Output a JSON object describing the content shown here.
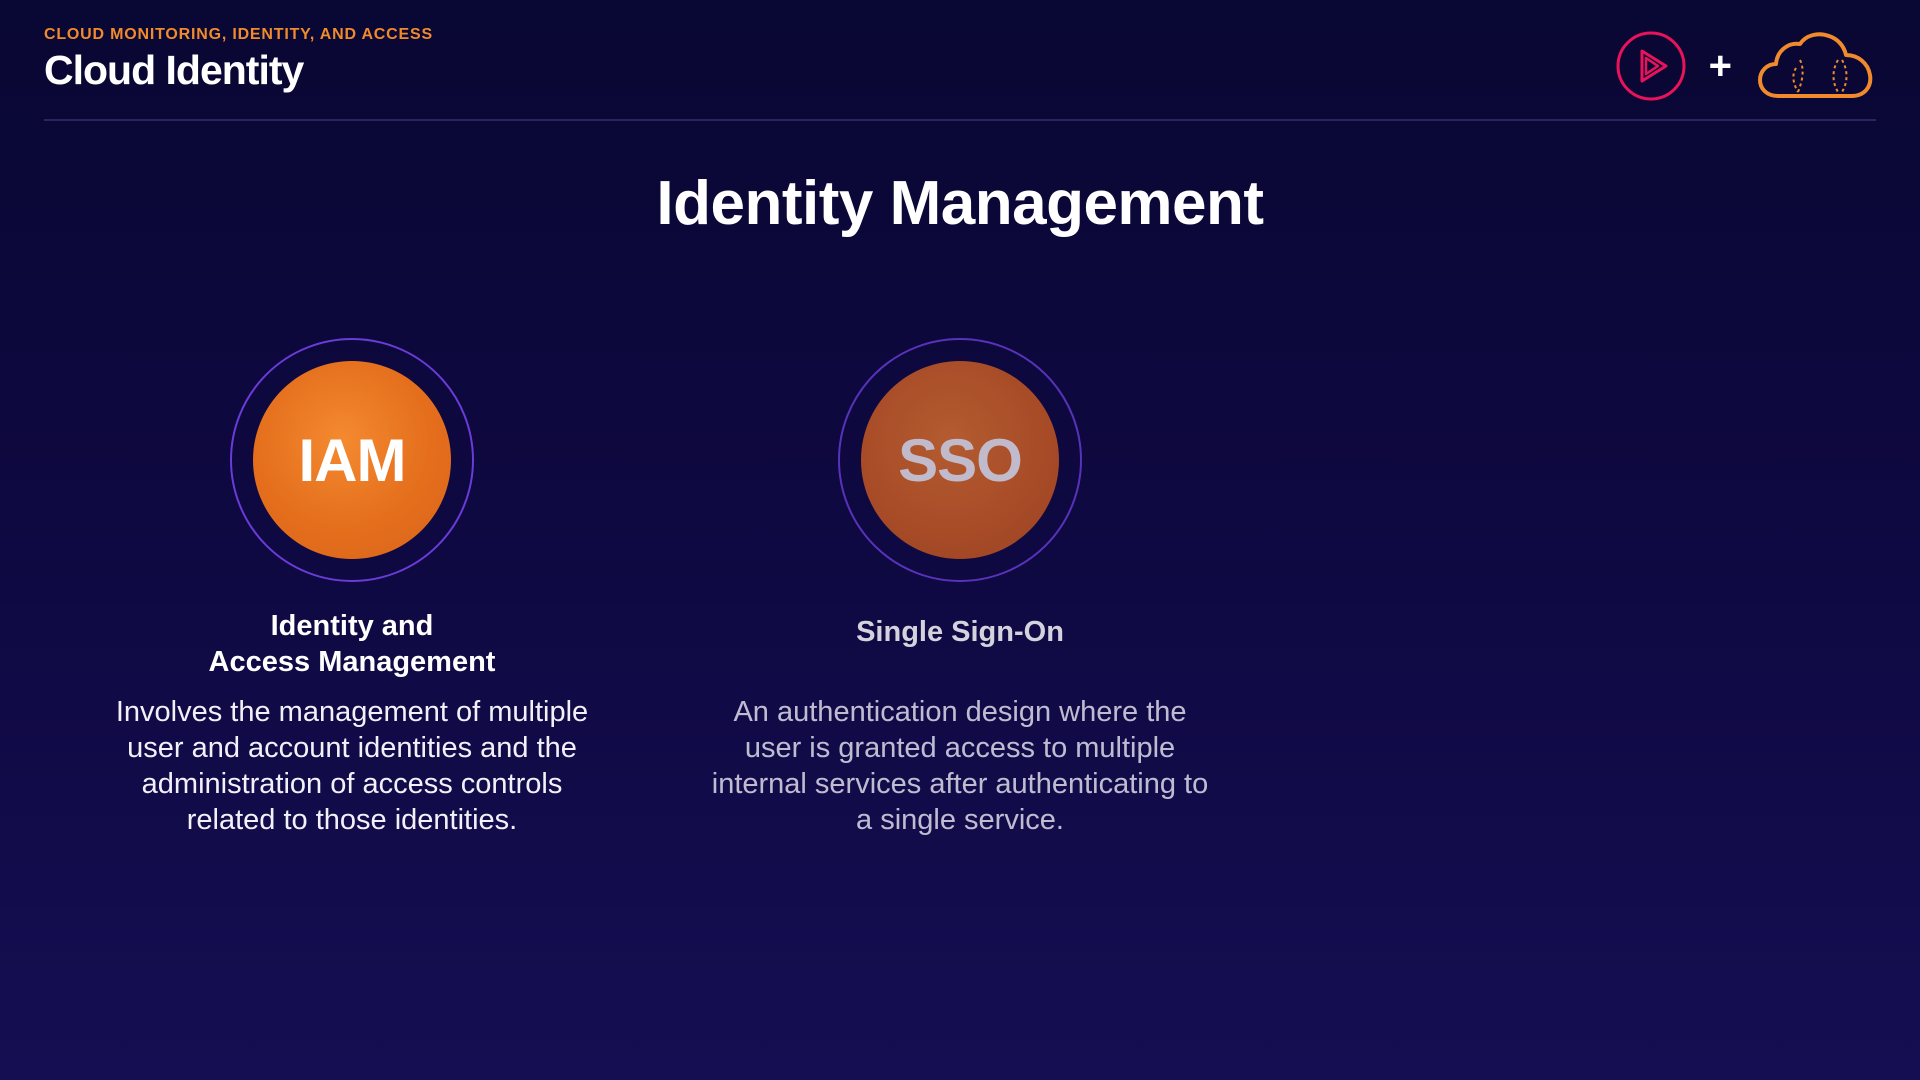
{
  "header": {
    "eyebrow": "CLOUD MONITORING, IDENTITY, AND ACCESS",
    "title": "Cloud Identity"
  },
  "logos": {
    "play_icon": "play-circle-icon",
    "plus": "+",
    "cloud_icon": "cloud-icon",
    "colors": {
      "play": "#e8135a",
      "cloud": "#f08a2c"
    }
  },
  "slide": {
    "title": "Identity Management"
  },
  "cards": [
    {
      "badge": "IAM",
      "heading_line1": "Identity and",
      "heading_line2": "Access Management",
      "body": "Involves the management of multiple user and account identities and the administration of access controls related to those identities."
    },
    {
      "badge": "SSO",
      "heading_line1": "Single Sign-On",
      "body": "An authentication design where the user is granted access to multiple internal services after authenticating to a single service."
    }
  ],
  "colors": {
    "background": "#0c0839",
    "accent": "#f08a2c",
    "ring": "#6a3bd6"
  }
}
